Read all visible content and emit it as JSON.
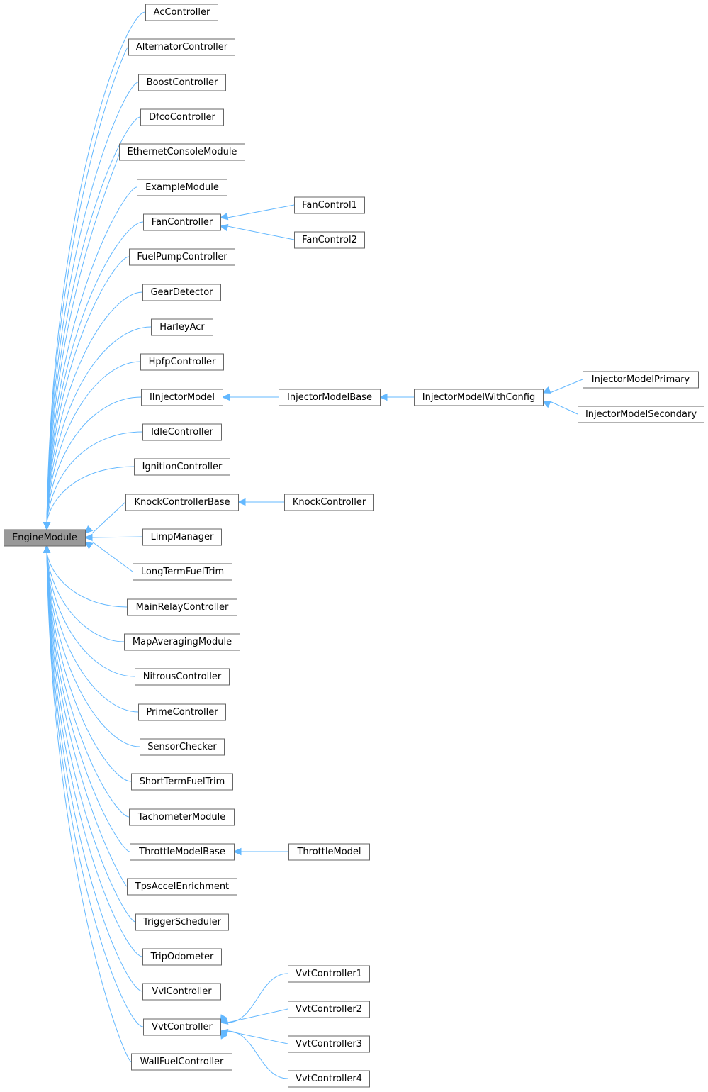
{
  "diagram": {
    "root": "EngineModule",
    "classes": [
      "AcController",
      "AlternatorController",
      "BoostController",
      "DfcoController",
      "EthernetConsoleModule",
      "ExampleModule",
      "FanController",
      "FuelPumpController",
      "GearDetector",
      "HarleyAcr",
      "HpfpController",
      "IInjectorModel",
      "IdleController",
      "IgnitionController",
      "KnockControllerBase",
      "LimpManager",
      "LongTermFuelTrim",
      "MainRelayController",
      "MapAveragingModule",
      "NitrousController",
      "PrimeController",
      "SensorChecker",
      "ShortTermFuelTrim",
      "TachometerModule",
      "ThrottleModelBase",
      "TpsAccelEnrichment",
      "TriggerScheduler",
      "TripOdometer",
      "VvlController",
      "VvtController",
      "WallFuelController",
      "FanControl1",
      "FanControl2",
      "InjectorModelBase",
      "InjectorModelWithConfig",
      "InjectorModelPrimary",
      "InjectorModelSecondary",
      "KnockController",
      "ThrottleModel",
      "VvtController1",
      "VvtController2",
      "VvtController3",
      "VvtController4"
    ],
    "inheritance": [
      {
        "child": "AcController",
        "parent": "EngineModule"
      },
      {
        "child": "AlternatorController",
        "parent": "EngineModule"
      },
      {
        "child": "BoostController",
        "parent": "EngineModule"
      },
      {
        "child": "DfcoController",
        "parent": "EngineModule"
      },
      {
        "child": "EthernetConsoleModule",
        "parent": "EngineModule"
      },
      {
        "child": "ExampleModule",
        "parent": "EngineModule"
      },
      {
        "child": "FanController",
        "parent": "EngineModule"
      },
      {
        "child": "FuelPumpController",
        "parent": "EngineModule"
      },
      {
        "child": "GearDetector",
        "parent": "EngineModule"
      },
      {
        "child": "HarleyAcr",
        "parent": "EngineModule"
      },
      {
        "child": "HpfpController",
        "parent": "EngineModule"
      },
      {
        "child": "IInjectorModel",
        "parent": "EngineModule"
      },
      {
        "child": "IdleController",
        "parent": "EngineModule"
      },
      {
        "child": "IgnitionController",
        "parent": "EngineModule"
      },
      {
        "child": "KnockControllerBase",
        "parent": "EngineModule"
      },
      {
        "child": "LimpManager",
        "parent": "EngineModule"
      },
      {
        "child": "LongTermFuelTrim",
        "parent": "EngineModule"
      },
      {
        "child": "MainRelayController",
        "parent": "EngineModule"
      },
      {
        "child": "MapAveragingModule",
        "parent": "EngineModule"
      },
      {
        "child": "NitrousController",
        "parent": "EngineModule"
      },
      {
        "child": "PrimeController",
        "parent": "EngineModule"
      },
      {
        "child": "SensorChecker",
        "parent": "EngineModule"
      },
      {
        "child": "ShortTermFuelTrim",
        "parent": "EngineModule"
      },
      {
        "child": "TachometerModule",
        "parent": "EngineModule"
      },
      {
        "child": "ThrottleModelBase",
        "parent": "EngineModule"
      },
      {
        "child": "TpsAccelEnrichment",
        "parent": "EngineModule"
      },
      {
        "child": "TriggerScheduler",
        "parent": "EngineModule"
      },
      {
        "child": "TripOdometer",
        "parent": "EngineModule"
      },
      {
        "child": "VvlController",
        "parent": "EngineModule"
      },
      {
        "child": "VvtController",
        "parent": "EngineModule"
      },
      {
        "child": "WallFuelController",
        "parent": "EngineModule"
      },
      {
        "child": "FanControl1",
        "parent": "FanController"
      },
      {
        "child": "FanControl2",
        "parent": "FanController"
      },
      {
        "child": "InjectorModelBase",
        "parent": "IInjectorModel"
      },
      {
        "child": "InjectorModelWithConfig",
        "parent": "InjectorModelBase"
      },
      {
        "child": "InjectorModelPrimary",
        "parent": "InjectorModelWithConfig"
      },
      {
        "child": "InjectorModelSecondary",
        "parent": "InjectorModelWithConfig"
      },
      {
        "child": "KnockController",
        "parent": "KnockControllerBase"
      },
      {
        "child": "ThrottleModel",
        "parent": "ThrottleModelBase"
      },
      {
        "child": "VvtController1",
        "parent": "VvtController"
      },
      {
        "child": "VvtController2",
        "parent": "VvtController"
      },
      {
        "child": "VvtController3",
        "parent": "VvtController"
      },
      {
        "child": "VvtController4",
        "parent": "VvtController"
      }
    ],
    "colors": {
      "edge": "#63b8ff",
      "box_border": "#666666",
      "box_fill": "#ffffff",
      "root_fill": "#999999"
    }
  }
}
